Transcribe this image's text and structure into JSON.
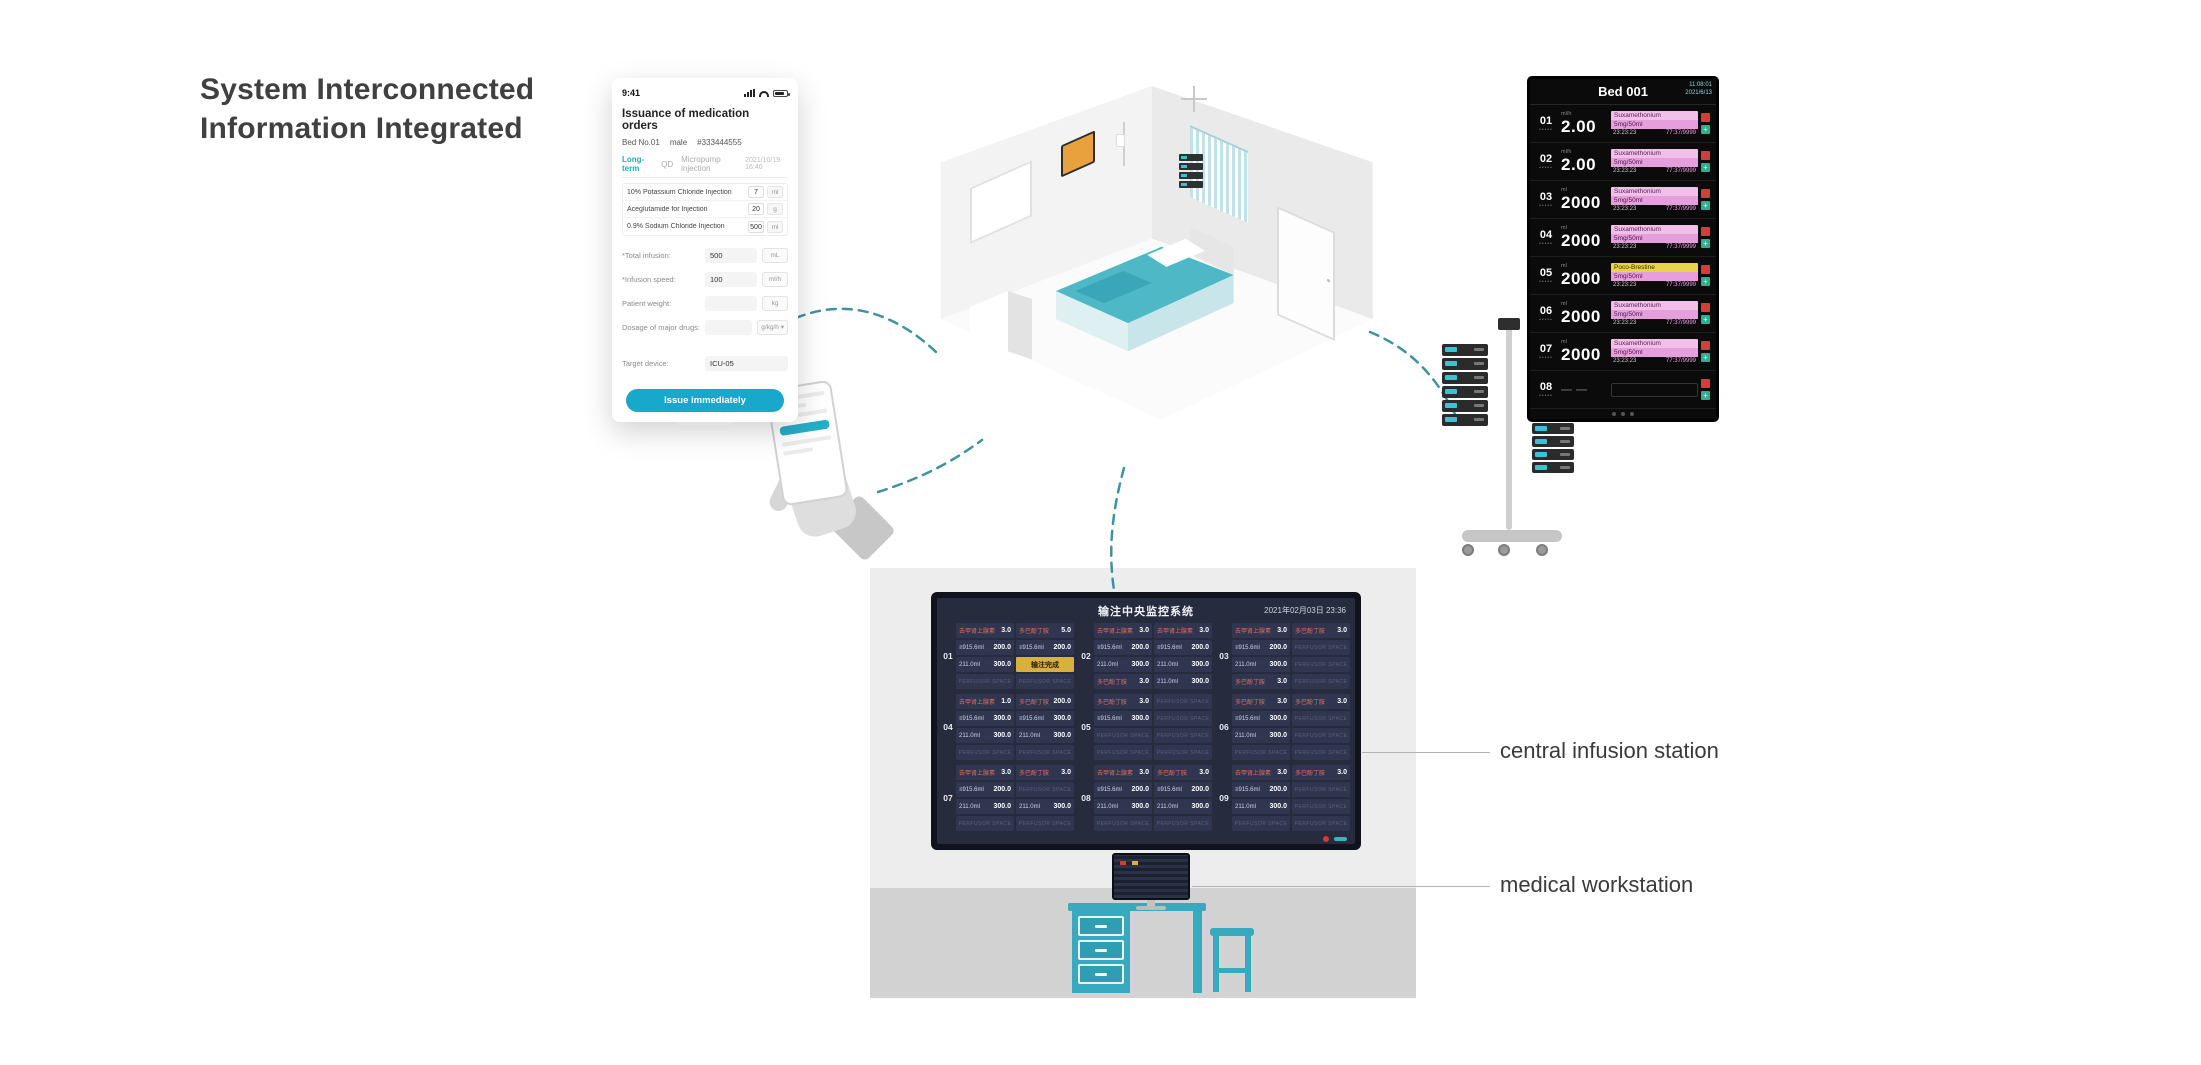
{
  "page": {
    "title_line1": "System Interconnected",
    "title_line2": "Information Integrated"
  },
  "colors": {
    "accent_teal": "#17a8cb",
    "connector_teal": "#1d7f90",
    "desk_teal": "#38aabf",
    "pink_light": "#f2bfe9",
    "pink_dark": "#e49fdc",
    "highlight_yellow": "#e8d34b",
    "screen_bg": "#262b3d",
    "cell_bg": "#30364f",
    "drug_red": "#e06a5e",
    "alarm_red": "#d04038",
    "add_green": "#2fae8f"
  },
  "phone": {
    "status_time": "9:41",
    "form_title": "Issuance of medication orders",
    "patient": {
      "bed": "Bed No.01",
      "sex": "male",
      "id": "#333444555"
    },
    "tabs": [
      "Long-term",
      "QD",
      "Micropump injection"
    ],
    "tab_time": "2021/10/19 16:40",
    "medications": [
      {
        "name": "10% Potassium Chloride Injection",
        "value": "7",
        "unit": "ml"
      },
      {
        "name": "Aceglutamide for Injection",
        "value": "20",
        "unit": "g"
      },
      {
        "name": "0.9% Sodium Chloride Injection",
        "value": "500",
        "unit": "ml"
      }
    ],
    "fields": [
      {
        "label": "*Total infusion:",
        "value": "500",
        "unit": "mL",
        "gap": false,
        "caret": false
      },
      {
        "label": "*Infusion speed:",
        "value": "100",
        "unit": "ml/h",
        "gap": false,
        "caret": false
      },
      {
        "label": "Patient weight:",
        "value": "",
        "unit": "kg",
        "gap": false,
        "caret": false
      },
      {
        "label": "Dosage of major drugs:",
        "value": "",
        "unit": "g/kg/h",
        "gap": false,
        "caret": true
      },
      {
        "label": "Target device:",
        "value": "ICU-05",
        "unit": "",
        "gap": true,
        "caret": false
      }
    ],
    "submit_label": "Issue immediately"
  },
  "bed_monitor": {
    "title": "Bed 001",
    "timestamp_time": "11:08:01",
    "timestamp_date": "2021/6/13",
    "row_dots": "•••••",
    "rows": [
      {
        "no": "01",
        "value": "2.00",
        "unit": "ml/h",
        "drug": "Suxamethonium",
        "dose": "5mg/50ml",
        "time": "23:23:23",
        "progress": "77:37/9999",
        "highlight": false,
        "empty": false
      },
      {
        "no": "02",
        "value": "2.00",
        "unit": "ml/h",
        "drug": "Suxamethonium",
        "dose": "5mg/50ml",
        "time": "23:23:23",
        "progress": "77:37/9999",
        "highlight": false,
        "empty": false
      },
      {
        "no": "03",
        "value": "2000",
        "unit": "ml",
        "drug": "Suxamethonium",
        "dose": "5mg/50ml",
        "time": "23:23:23",
        "progress": "77:37/9999",
        "highlight": false,
        "empty": false
      },
      {
        "no": "04",
        "value": "2000",
        "unit": "ml",
        "drug": "Suxamethonium",
        "dose": "5mg/50ml",
        "time": "23:23:23",
        "progress": "77:37/9999",
        "highlight": false,
        "empty": false
      },
      {
        "no": "05",
        "value": "2000",
        "unit": "ml",
        "drug": "Poco-Brestine",
        "dose": "5mg/50ml",
        "time": "23:23:23",
        "progress": "77:37/9999",
        "highlight": true,
        "empty": false
      },
      {
        "no": "06",
        "value": "2000",
        "unit": "ml",
        "drug": "Suxamethonium",
        "dose": "5mg/50ml",
        "time": "23:23:23",
        "progress": "77:37/9999",
        "highlight": false,
        "empty": false
      },
      {
        "no": "07",
        "value": "2000",
        "unit": "ml",
        "drug": "Suxamethonium",
        "dose": "5mg/50ml",
        "time": "23:23:23",
        "progress": "77:37/9999",
        "highlight": false,
        "empty": false
      },
      {
        "no": "08",
        "value": "",
        "unit": "",
        "drug": "",
        "dose": "",
        "time": "",
        "progress": "",
        "highlight": false,
        "empty": true
      }
    ]
  },
  "central_station": {
    "header_title": "输注中央监控系统",
    "header_time": "2021年02月03日 23:36",
    "space_label": "PERFUSOR SPACE",
    "done_label": "输注完成",
    "beds": [
      {
        "no": "01",
        "cells": [
          {
            "t": "drug",
            "name": "去甲肾上腺素",
            "val": "3.0"
          },
          {
            "t": "drug",
            "name": "多巴酚丁胺",
            "val": "5.0"
          },
          {
            "t": "vol",
            "name": "≡915.6ml",
            "val": "200.0"
          },
          {
            "t": "vol",
            "name": "≡915.6ml",
            "val": "200.0"
          },
          {
            "t": "vol",
            "name": "211.0ml",
            "val": "300.0"
          },
          {
            "t": "done"
          },
          {
            "t": "space"
          },
          {
            "t": "space"
          }
        ]
      },
      {
        "no": "02",
        "cells": [
          {
            "t": "drug",
            "name": "去甲肾上腺素",
            "val": "3.0"
          },
          {
            "t": "drug",
            "name": "去甲肾上腺素",
            "val": "3.0"
          },
          {
            "t": "vol",
            "name": "≡915.6ml",
            "val": "200.0"
          },
          {
            "t": "vol",
            "name": "≡915.6ml",
            "val": "200.0"
          },
          {
            "t": "vol",
            "name": "211.0ml",
            "val": "300.0"
          },
          {
            "t": "vol",
            "name": "211.0ml",
            "val": "300.0"
          },
          {
            "t": "drug",
            "name": "多巴酚丁胺",
            "val": "3.0"
          },
          {
            "t": "vol",
            "name": "211.0ml",
            "val": "300.0"
          }
        ]
      },
      {
        "no": "03",
        "cells": [
          {
            "t": "drug",
            "name": "去甲肾上腺素",
            "val": "3.0"
          },
          {
            "t": "drug",
            "name": "多巴酚丁胺",
            "val": "3.0"
          },
          {
            "t": "vol",
            "name": "≡915.6ml",
            "val": "200.0"
          },
          {
            "t": "space"
          },
          {
            "t": "vol",
            "name": "211.0ml",
            "val": "300.0"
          },
          {
            "t": "space"
          },
          {
            "t": "drug",
            "name": "多巴酚丁胺",
            "val": "3.0"
          },
          {
            "t": "space"
          }
        ]
      },
      {
        "no": "04",
        "cells": [
          {
            "t": "drug",
            "name": "去甲肾上腺素",
            "val": "1.0"
          },
          {
            "t": "drug",
            "name": "多巴酚丁胺",
            "val": "200.0"
          },
          {
            "t": "vol",
            "name": "≡915.6ml",
            "val": "300.0"
          },
          {
            "t": "vol",
            "name": "≡915.6ml",
            "val": "300.0"
          },
          {
            "t": "vol",
            "name": "211.0ml",
            "val": "300.0"
          },
          {
            "t": "vol",
            "name": "211.0ml",
            "val": "300.0"
          },
          {
            "t": "space"
          },
          {
            "t": "space"
          }
        ]
      },
      {
        "no": "05",
        "cells": [
          {
            "t": "drug",
            "name": "多巴酚丁胺",
            "val": "3.0"
          },
          {
            "t": "space"
          },
          {
            "t": "vol",
            "name": "≡915.6ml",
            "val": "300.0"
          },
          {
            "t": "space"
          },
          {
            "t": "space"
          },
          {
            "t": "space"
          },
          {
            "t": "space"
          },
          {
            "t": "space"
          }
        ]
      },
      {
        "no": "06",
        "cells": [
          {
            "t": "drug",
            "name": "多巴酚丁胺",
            "val": "3.0"
          },
          {
            "t": "drug",
            "name": "多巴酚丁胺",
            "val": "3.0"
          },
          {
            "t": "vol",
            "name": "≡915.6ml",
            "val": "300.0"
          },
          {
            "t": "space"
          },
          {
            "t": "vol",
            "name": "211.0ml",
            "val": "300.0"
          },
          {
            "t": "space"
          },
          {
            "t": "space"
          },
          {
            "t": "space"
          }
        ]
      },
      {
        "no": "07",
        "cells": [
          {
            "t": "drug",
            "name": "去甲肾上腺素",
            "val": "3.0"
          },
          {
            "t": "drug",
            "name": "多巴酚丁胺",
            "val": "3.0"
          },
          {
            "t": "vol",
            "name": "≡915.6ml",
            "val": "200.0"
          },
          {
            "t": "space"
          },
          {
            "t": "vol",
            "name": "211.0ml",
            "val": "300.0"
          },
          {
            "t": "vol",
            "name": "211.0ml",
            "val": "300.0"
          },
          {
            "t": "space"
          },
          {
            "t": "space"
          }
        ]
      },
      {
        "no": "08",
        "cells": [
          {
            "t": "drug",
            "name": "去甲肾上腺素",
            "val": "3.0"
          },
          {
            "t": "drug",
            "name": "多巴酚丁胺",
            "val": "3.0"
          },
          {
            "t": "vol",
            "name": "≡915.6ml",
            "val": "200.0"
          },
          {
            "t": "vol",
            "name": "≡915.6ml",
            "val": "200.0"
          },
          {
            "t": "vol",
            "name": "211.0ml",
            "val": "300.0"
          },
          {
            "t": "vol",
            "name": "211.0ml",
            "val": "300.0"
          },
          {
            "t": "space"
          },
          {
            "t": "space"
          }
        ]
      },
      {
        "no": "09",
        "cells": [
          {
            "t": "drug",
            "name": "去甲肾上腺素",
            "val": "3.0"
          },
          {
            "t": "drug",
            "name": "多巴酚丁胺",
            "val": "3.0"
          },
          {
            "t": "vol",
            "name": "≡915.6ml",
            "val": "200.0"
          },
          {
            "t": "space"
          },
          {
            "t": "vol",
            "name": "211.0ml",
            "val": "300.0"
          },
          {
            "t": "space"
          },
          {
            "t": "space"
          },
          {
            "t": "space"
          }
        ]
      }
    ]
  },
  "callouts": {
    "central_label": "central infusion station",
    "workstation_label": "medical workstation"
  }
}
